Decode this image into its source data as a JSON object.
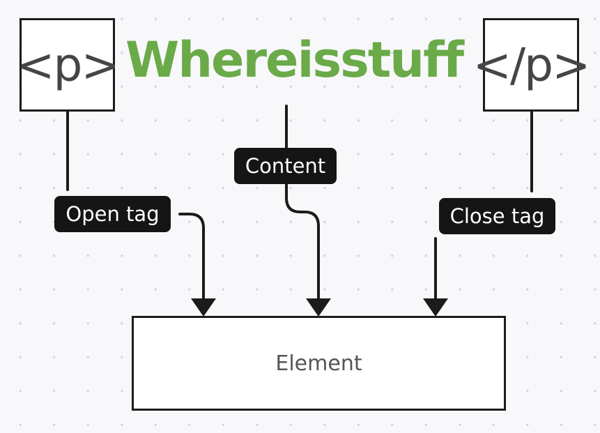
{
  "open_tag_symbol": "<p>",
  "content_text": "Whereisstuff",
  "close_tag_symbol": "</p>",
  "labels": {
    "open_tag": "Open tag",
    "content": "Content",
    "close_tag": "Close tag"
  },
  "element_label": "Element",
  "colors": {
    "content_text": "#6aaa48",
    "label_background": "#151515",
    "line": "#1b1b1b"
  }
}
